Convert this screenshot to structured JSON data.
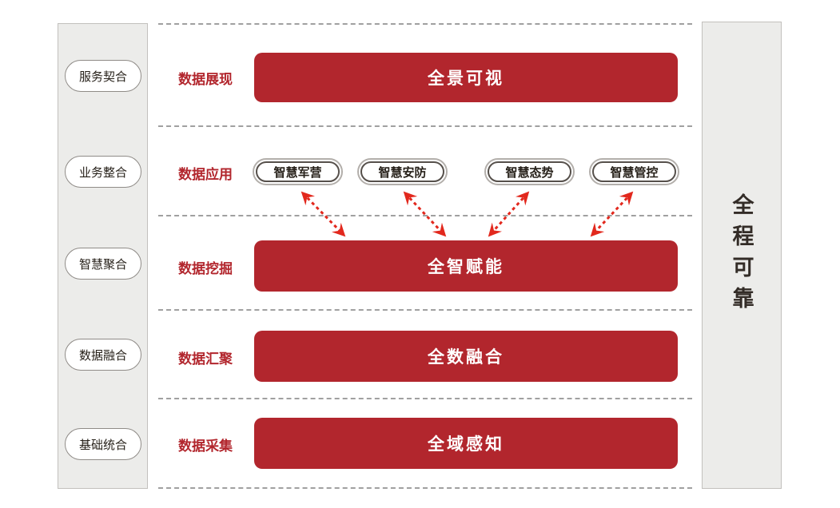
{
  "palette": {
    "bar_red": "#b2262d",
    "label_red": "#b2262d",
    "arrow_red": "#e2281d",
    "dotted_gray": "#a0a0a0",
    "rail_bg": "#ececea",
    "rail_border": "#c2c0bd",
    "pill_outer_border": "#b3afab",
    "pill_inner_border": "#56504b",
    "pill_text": "#262019",
    "rail_text": "#332c27",
    "bar_text": "#ffffff"
  },
  "left_rail": {
    "items": [
      "服务契合",
      "业务整合",
      "智慧聚合",
      "数据融合",
      "基础统合"
    ]
  },
  "right_rail": {
    "label": "全程可靠"
  },
  "rows": [
    {
      "label": "数据展现",
      "type": "bar",
      "bar_label": "全景可视"
    },
    {
      "label": "数据应用",
      "type": "pills",
      "pills": [
        "智慧军营",
        "智慧安防",
        "智慧态势",
        "智慧管控"
      ]
    },
    {
      "label": "数据挖掘",
      "type": "bar",
      "bar_label": "全智赋能"
    },
    {
      "label": "数据汇聚",
      "type": "bar",
      "bar_label": "全数融合"
    },
    {
      "label": "数据采集",
      "type": "bar",
      "bar_label": "全域感知"
    }
  ]
}
